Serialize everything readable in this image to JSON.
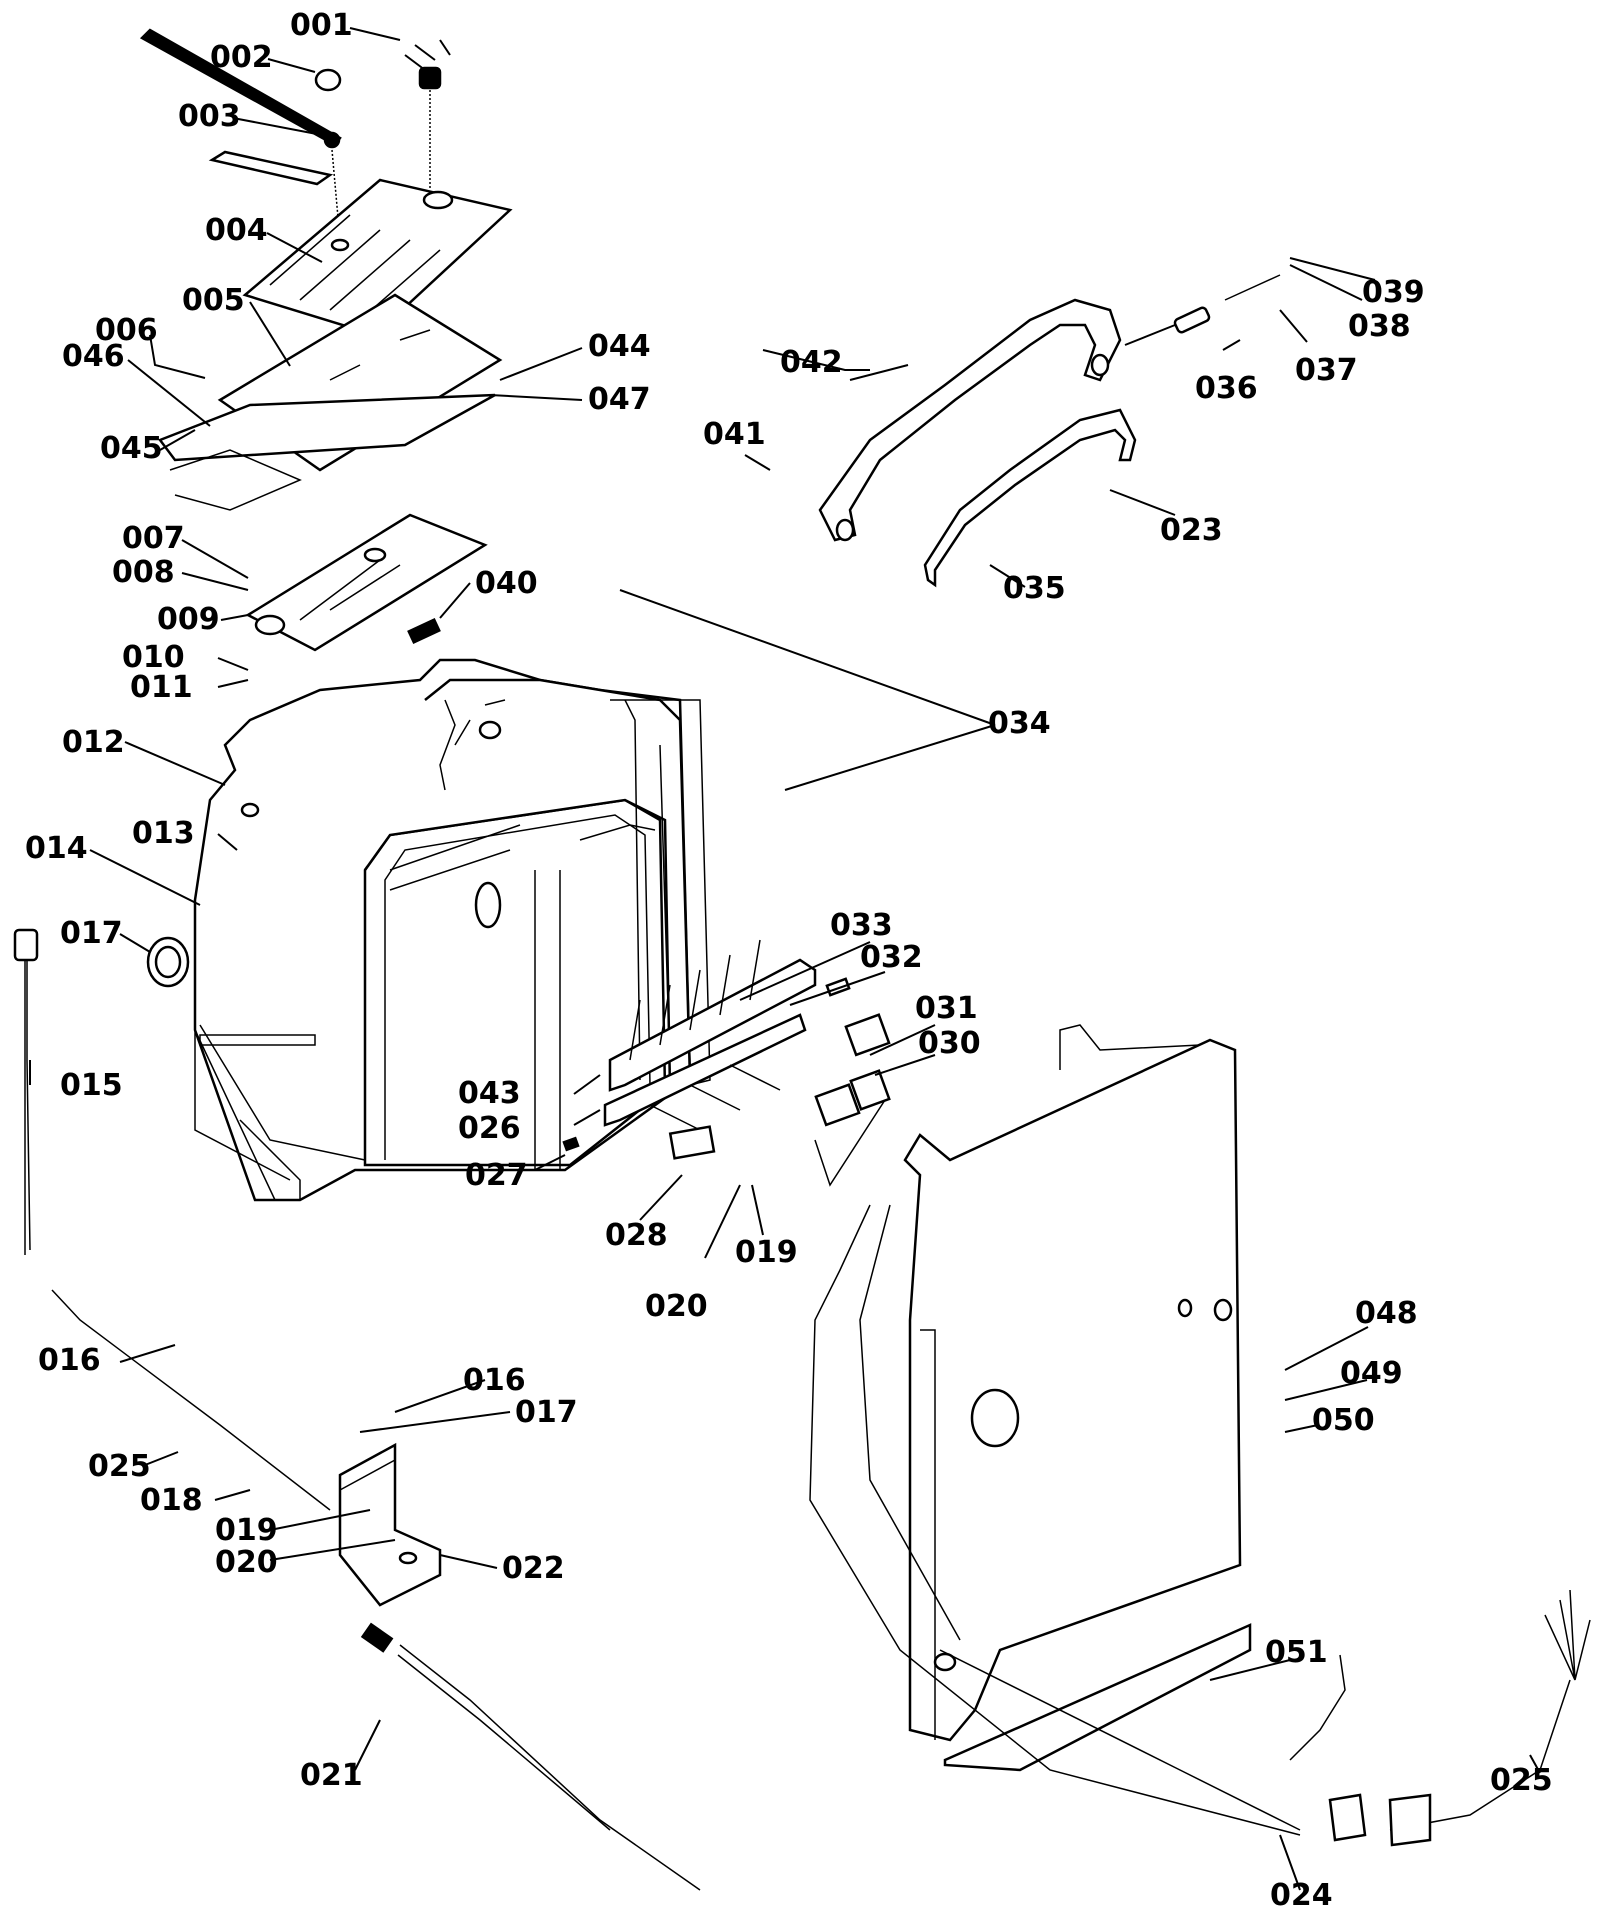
{
  "labels": {
    "p001": "001",
    "p002": "002",
    "p003": "003",
    "p004": "004",
    "p005": "005",
    "p006": "006",
    "p046": "046",
    "p045": "045",
    "p044": "044",
    "p047": "047",
    "p007": "007",
    "p008": "008",
    "p009": "009",
    "p010": "010",
    "p011": "011",
    "p040": "040",
    "p012": "012",
    "p013": "013",
    "p014": "014",
    "p017a": "017",
    "p015": "015",
    "p016a": "016",
    "p025a": "025",
    "p018": "018",
    "p019a": "019",
    "p020a": "020",
    "p022": "022",
    "p021": "021",
    "p016b": "016",
    "p017b": "017",
    "p042": "042",
    "p036": "036",
    "p037": "037",
    "p038": "038",
    "p039": "039",
    "p041": "041",
    "p023": "023",
    "p035": "035",
    "p034": "034",
    "p033": "033",
    "p032": "032",
    "p031": "031",
    "p030": "030",
    "p043": "043",
    "p026": "026",
    "p027": "027",
    "p028": "028",
    "p019b": "019",
    "p020b": "020",
    "p048": "048",
    "p049": "049",
    "p050": "050",
    "p051": "051",
    "p025b": "025",
    "p024": "024"
  }
}
